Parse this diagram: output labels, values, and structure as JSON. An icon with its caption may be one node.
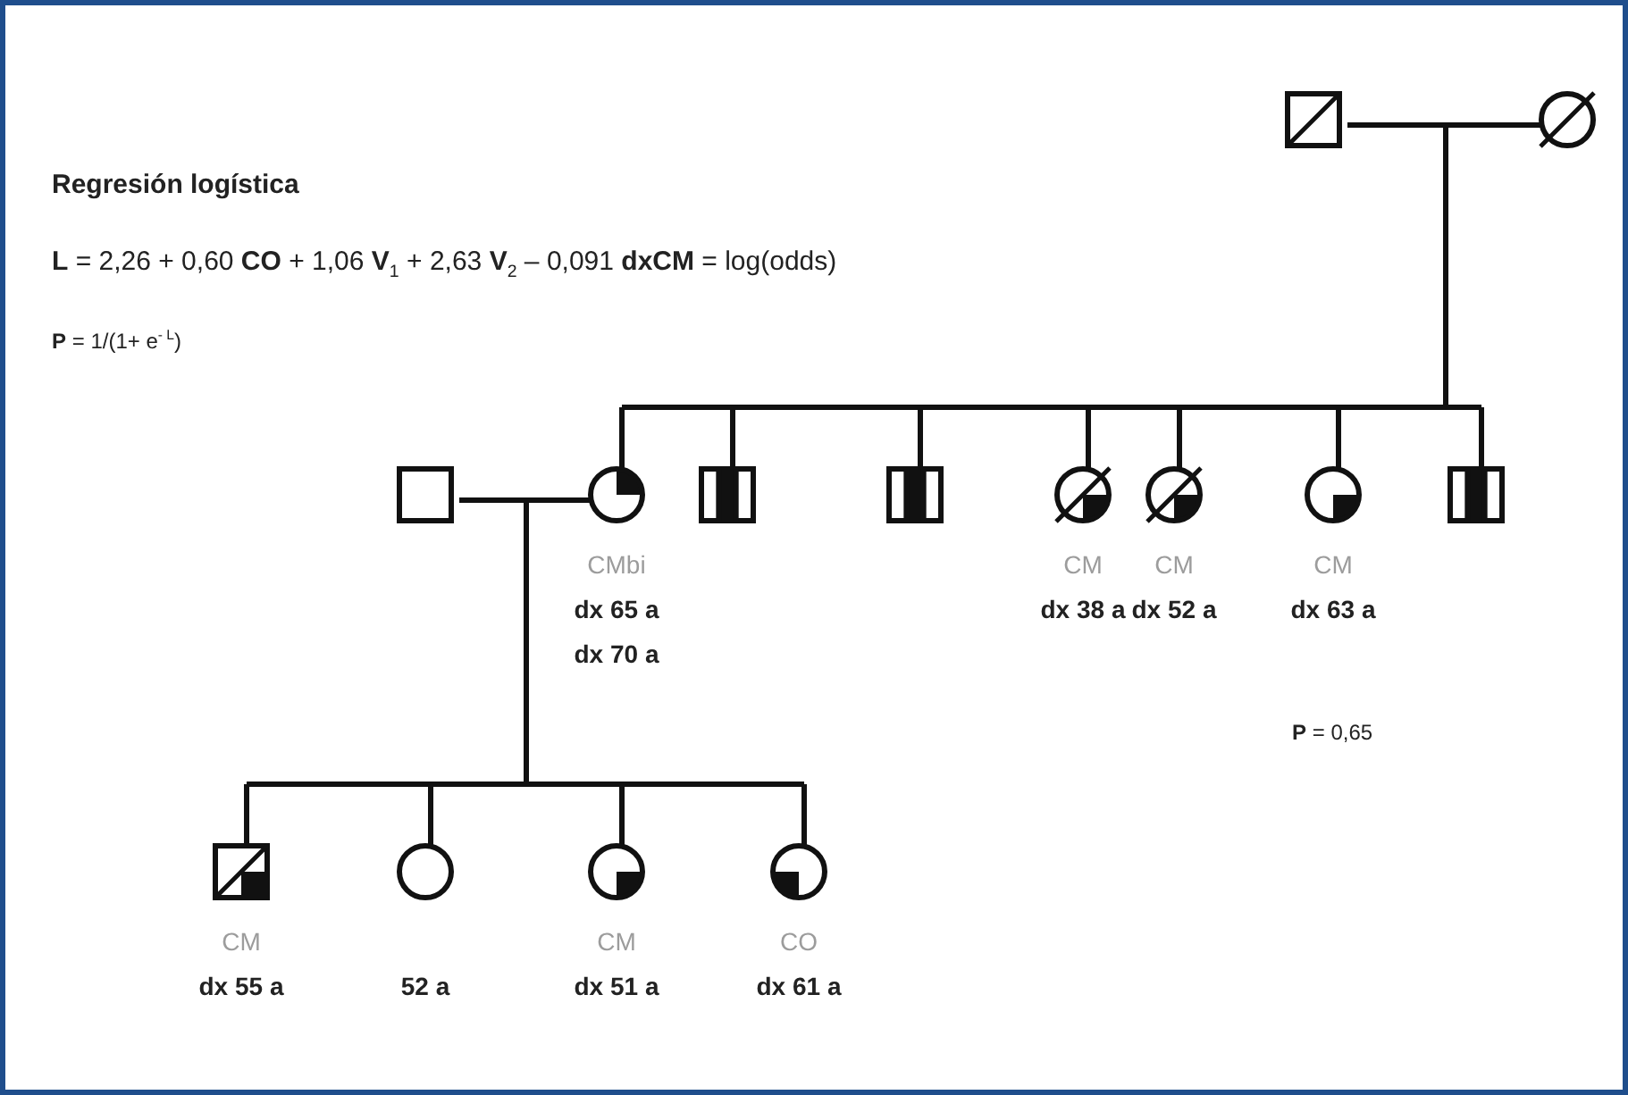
{
  "diagram": {
    "title": "Regresión logística",
    "nodes": [
      {
        "text": [],
        "shape": "box"
      },
      {
        "text": [],
        "shape": "circle"
      },
      {
        "text": [],
        "shape": "box"
      },
      {
        "text": [],
        "shape": "circle",
        "beside": [
          "CMbi",
          "dx 65 a",
          "dx 70 a"
        ]
      },
      {
        "text": [],
        "shape": "box"
      },
      {
        "text": [],
        "shape": "box"
      },
      {
        "text": [],
        "shape": "circle",
        "beside": [
          "CM",
          "dx 38 a"
        ]
      },
      {
        "text": [],
        "shape": "circle",
        "beside": [
          "CM",
          "dx 52 a"
        ]
      },
      {
        "text": [],
        "shape": "circle",
        "beside": [
          "CM",
          "dx 63 a"
        ]
      },
      {
        "text": [],
        "shape": "box"
      },
      {
        "text": [],
        "shape": "box",
        "beside": [
          "CM",
          "dx 55 a"
        ]
      },
      {
        "text": [],
        "shape": "circle",
        "beside": [
          "52 a"
        ]
      },
      {
        "text": [],
        "shape": "circle",
        "beside": [
          "CM",
          "dx 51 a"
        ]
      },
      {
        "text": [],
        "shape": "circle",
        "beside": [
          "CO",
          "dx 61 a"
        ]
      }
    ],
    "edges": [
      {
        "from": 0,
        "to": 1,
        "arrow": "none"
      },
      {
        "from": 0,
        "to": 3,
        "arrow": "none"
      },
      {
        "from": 1,
        "to": 3,
        "arrow": "none"
      },
      {
        "from": 0,
        "to": 4,
        "arrow": "none"
      },
      {
        "from": 1,
        "to": 4,
        "arrow": "none"
      },
      {
        "from": 0,
        "to": 5,
        "arrow": "none"
      },
      {
        "from": 1,
        "to": 5,
        "arrow": "none"
      },
      {
        "from": 0,
        "to": 6,
        "arrow": "none"
      },
      {
        "from": 1,
        "to": 6,
        "arrow": "none"
      },
      {
        "from": 0,
        "to": 7,
        "arrow": "none"
      },
      {
        "from": 1,
        "to": 7,
        "arrow": "none"
      },
      {
        "from": 0,
        "to": 8,
        "arrow": "none"
      },
      {
        "from": 1,
        "to": 8,
        "arrow": "none"
      },
      {
        "from": 0,
        "to": 9,
        "arrow": "none"
      },
      {
        "from": 1,
        "to": 9,
        "arrow": "none"
      },
      {
        "from": 2,
        "to": 3,
        "arrow": "none"
      },
      {
        "from": 2,
        "to": 10,
        "arrow": "none"
      },
      {
        "from": 3,
        "to": 10,
        "arrow": "none"
      },
      {
        "from": 2,
        "to": 11,
        "arrow": "none"
      },
      {
        "from": 3,
        "to": 11,
        "arrow": "none"
      },
      {
        "from": 2,
        "to": 12,
        "arrow": "none"
      },
      {
        "from": 3,
        "to": 12,
        "arrow": "none"
      },
      {
        "from": 2,
        "to": 13,
        "arrow": "none"
      },
      {
        "from": 3,
        "to": 13,
        "arrow": "none"
      }
    ],
    "labels": [
      "**L** = 2,26 + 0,60 **CO** + 1,06 **V**$_{1}$ + 2,63 **V**$_{2}$ – 0,091 **dxCM** = log(odds)",
      "**P** = 1/(1+ e$^{- L}$)",
      "**P** = 0,65"
    ]
  }
}
